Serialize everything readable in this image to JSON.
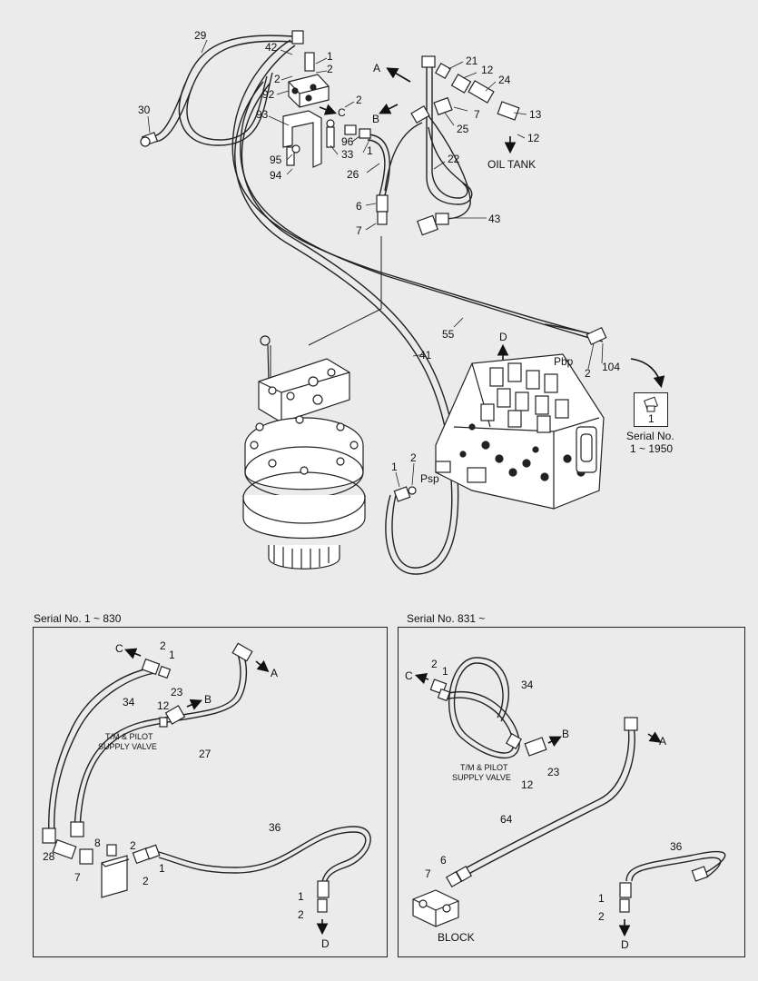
{
  "top": {
    "callouts": {
      "c29": "29",
      "c42": "42",
      "c1a": "1",
      "c2a": "2",
      "c2b": "2",
      "c92": "92",
      "c2c": "2",
      "cC": "C",
      "c93": "93",
      "c96": "96",
      "c1b": "1",
      "c95": "95",
      "c33": "33",
      "c94": "94",
      "c30": "30",
      "cA": "A",
      "c21": "21",
      "c12a": "12",
      "c24": "24",
      "c7a": "7",
      "c25": "25",
      "cB": "B",
      "c13": "13",
      "c12b": "12",
      "c26": "26",
      "c22": "22",
      "c6": "6",
      "c7b": "7",
      "c43": "43",
      "c55": "55",
      "c41": "41",
      "cD": "D",
      "cPbp": "Pbp",
      "c2d": "2",
      "c104": "104",
      "c1c": "1",
      "c2e": "2",
      "cPsp": "Psp"
    },
    "oil_tank": "OIL TANK",
    "inset": {
      "part": "1",
      "serial_line1": "Serial No.",
      "serial_line2": "1 ~ 1950"
    }
  },
  "left_panel": {
    "heading": "Serial No. 1 ~ 830",
    "callouts": {
      "cC": "C",
      "c2a": "2",
      "c1a": "1",
      "cA": "A",
      "c34": "34",
      "c23": "23",
      "c12": "12",
      "cB": "B",
      "c27": "27",
      "c36": "36",
      "c8": "8",
      "c2b": "2",
      "c28": "28",
      "c7": "7",
      "c2c": "2",
      "c1b": "1",
      "c1c": "1",
      "c2d": "2",
      "cD": "D"
    },
    "valve_label_1": "T/M & PILOT",
    "valve_label_2": "SUPPLY VALVE"
  },
  "right_panel": {
    "heading": "Serial No. 831 ~",
    "callouts": {
      "cC": "C",
      "c2a": "2",
      "c1a": "1",
      "c34": "34",
      "cB": "B",
      "cA": "A",
      "c12": "12",
      "c23": "23",
      "c64": "64",
      "c6": "6",
      "c7": "7",
      "c36": "36",
      "c1b": "1",
      "c2b": "2",
      "cD": "D"
    },
    "valve_label_1": "T/M & PILOT",
    "valve_label_2": "SUPPLY VALVE",
    "block_label": "BLOCK"
  }
}
